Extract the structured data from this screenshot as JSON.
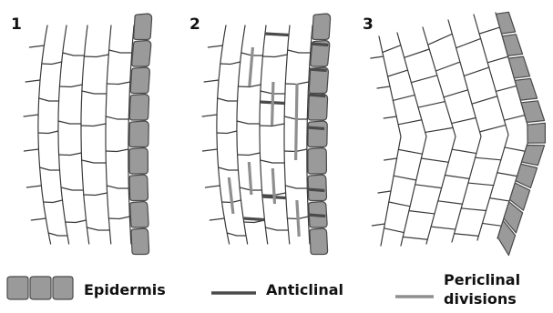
{
  "panels": [
    {
      "number": "1"
    },
    {
      "number": "2"
    },
    {
      "number": "3"
    }
  ],
  "legend": {
    "epidermis_label": "Epidermis",
    "anticlinal_label": "Anticlinal",
    "periclinal_label_line1": "Periclinal",
    "periclinal_label_line2": "divisions"
  },
  "colors": {
    "epidermis_fill": "#9a9a9a",
    "anticlinal": "#4a4a4a",
    "periclinal": "#8f8f8f",
    "cell_wall": "#3a3a3a"
  }
}
